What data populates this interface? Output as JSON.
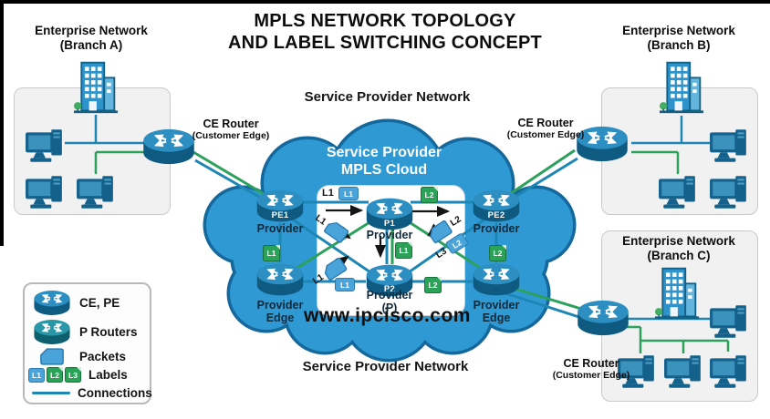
{
  "title": {
    "line1": "MPLS NETWORK TOPOLOGY",
    "line2": "AND LABEL SWITCHING CONCEPT"
  },
  "network_labels": {
    "top": "Service Provider Network",
    "bottom": "Service Provider Network"
  },
  "cloud": {
    "line1": "Service Provider",
    "line2": "MPLS Cloud"
  },
  "watermark": "www.ipcisco.com",
  "branches": {
    "a": {
      "line1": "Enterprise Network",
      "line2": "(Branch A)"
    },
    "b": {
      "line1": "Enterprise Network",
      "line2": "(Branch B)"
    },
    "c": {
      "line1": "Enterprise Network",
      "line2": "(Branch C)"
    }
  },
  "ce_router": {
    "line1": "CE Router",
    "line2": "(Customer Edge)"
  },
  "routers": {
    "pe1": {
      "name": "PE1",
      "label": "Provider"
    },
    "pe2": {
      "name": "PE2",
      "label": "Provider"
    },
    "p1": {
      "name": "P1",
      "label": "Provider"
    },
    "p2": {
      "name": "P2",
      "label1": "Provider",
      "label2": "(P)"
    },
    "pe_bl": {
      "label1": "Provider",
      "label2": "Edge"
    },
    "pe_br": {
      "label1": "Provider",
      "label2": "Edge"
    }
  },
  "mpls_labels": {
    "tl_text": "L1",
    "tl_chip": "L1",
    "tr_chip": "L2",
    "diag_ul": "L1",
    "diag_ll": "L1",
    "diag_ur": "L2",
    "diag_lr_text": "L3",
    "diag_lr_chip": "L2",
    "center_chip": "L1",
    "bl_chip": "L1",
    "br_chip": "L2",
    "pe1_chip": "L1",
    "pe2_chip": "L2"
  },
  "legend": {
    "ce_pe": "CE, PE",
    "p_routers": "P Routers",
    "packets": "Packets",
    "labels": "Labels",
    "connections": "Connections",
    "chips": [
      "L1",
      "L2",
      "L3"
    ]
  },
  "colors": {
    "cloud_fill": "#2f99d3",
    "cloud_border": "#15689c",
    "line_teal": "#1e86b4",
    "line_green": "#2ba15c",
    "chip_green": "#2aa257",
    "chip_blue": "#4ba4d9",
    "router_top": "#2d8ec2",
    "router_body": "#0f5a80",
    "p_router_top": "#2a97a8",
    "p_router_body": "#0d5f6e"
  }
}
